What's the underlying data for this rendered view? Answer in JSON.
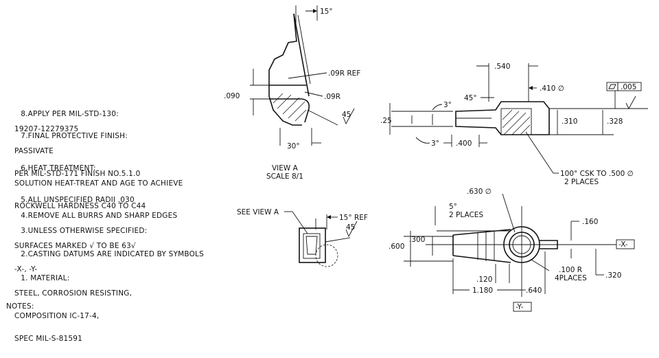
{
  "notes": {
    "n8_line1": "8.APPLY PER MIL-STD-130:",
    "n8_line2": "19207-12279375",
    "n7_line1": "7.FINAL PROTECTIVE FINISH:",
    "n7_line2": "PASSIVATE",
    "n7_line3": "PER MIL-STD-171 FINISH NO.5.1.0",
    "n6_line1": "6.HEAT TREATMENT:",
    "n6_line2": "SOLUTION HEAT-TREAT AND AGE TO ACHIEVE",
    "n6_line3": "ROCKWELL HARDNESS C40 TO C44",
    "n5_line1": "5.ALL UNSPECIFIED RADII .030",
    "n4_line1": "4.REMOVE ALL BURRS AND SHARP EDGES",
    "n3_line1": "3.UNLESS OTHERWISE SPECIFIED:",
    "n3_line2": "SURFACES MARKED √ TO BE 63√",
    "n2_line1": "2.CASTING DATUMS ARE INDICATED BY SYMBOLS",
    "n2_line2": "-X-, -Y-",
    "n1_line1": "1. MATERIAL:",
    "n1_line2": "STEEL, CORROSION RESISTING,",
    "n1_line3": "COMPOSITION IC-17-4,",
    "n1_line4": "SPEC MIL-S-81591",
    "title": "NOTES:"
  },
  "view_a": {
    "angle_top": "15°",
    "radius_ref": ".09R REF",
    "radius": ".09R",
    "thickness": ".090",
    "finish": "45",
    "angle_bottom": "30°",
    "caption_line1": "VIEW  A",
    "caption_line2": "SCALE 8/1"
  },
  "side_view": {
    "width_top": ".540",
    "angle": "45°",
    "hole_dia": ".410 ∅",
    "flatness": ".005",
    "draft_top": "3°",
    "height": ".25",
    "draft_bottom": "3°",
    "offset": ".400",
    "thick_a": ".310",
    "thick_b": ".328",
    "csk_line1": "100° CSK TO .500 ∅",
    "csk_line2": "2 PLACES"
  },
  "detail_view": {
    "see_view": "SEE VIEW A",
    "angle_ref": "15° REF",
    "finish": "45"
  },
  "plan_view": {
    "hole_dia": ".630 ∅",
    "taper_line1": "5°",
    "taper_line2": "2 PLACES",
    "boss": ".160",
    "tip_width": ".300",
    "overall_width": ".600",
    "datum_x": "-X-",
    "radius_line1": ".100 R",
    "radius_line2": "4PLACES",
    "datum_offset": ".320",
    "step": ".120",
    "length": "1.180",
    "center_dist": ".640",
    "datum_y": "-Y-"
  }
}
